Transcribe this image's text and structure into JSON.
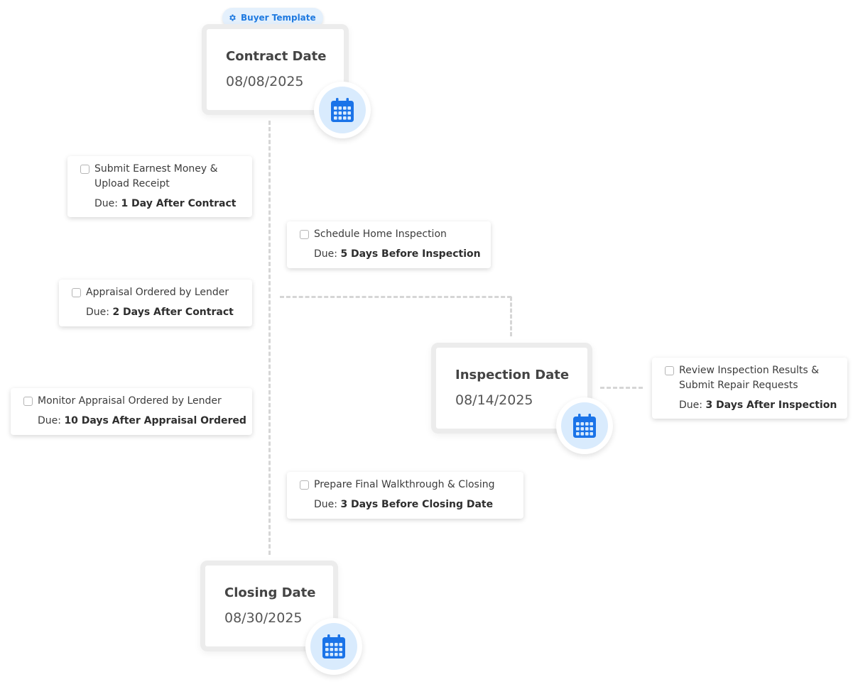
{
  "template_badge": {
    "label": "Buyer Template",
    "icon": "gear-icon",
    "color": "#1f7ae0"
  },
  "date_nodes": [
    {
      "title": "Contract Date",
      "date": "08/08/2025",
      "icon": "calendar-icon"
    },
    {
      "title": "Inspection Date",
      "date": "08/14/2025",
      "icon": "calendar-icon"
    },
    {
      "title": "Closing Date",
      "date": "08/30/2025",
      "icon": "calendar-icon"
    }
  ],
  "due_prefix": "Due:",
  "tasks": [
    {
      "lines": [
        "Submit Earnest Money &",
        "Upload Receipt"
      ],
      "due": "1 Day After Contract",
      "checked": false
    },
    {
      "lines": [
        "Schedule Home Inspection"
      ],
      "due": "5 Days Before Inspection",
      "checked": false
    },
    {
      "lines": [
        "Appraisal Ordered by Lender"
      ],
      "due": "2 Days After Contract",
      "checked": false
    },
    {
      "lines": [
        "Review Inspection Results &",
        "Submit Repair Requests"
      ],
      "due": "3 Days After Inspection",
      "checked": false
    },
    {
      "lines": [
        "Monitor Appraisal Ordered by Lender"
      ],
      "due": "10 Days After Appraisal Ordered",
      "checked": false
    },
    {
      "lines": [
        "Prepare Final Walkthrough & Closing"
      ],
      "due": "3 Days Before Closing Date",
      "checked": false
    }
  ],
  "colors": {
    "accent": "#1a73e8",
    "icon_bg": "#d9ebfd",
    "connector": "#d6d6d6"
  }
}
